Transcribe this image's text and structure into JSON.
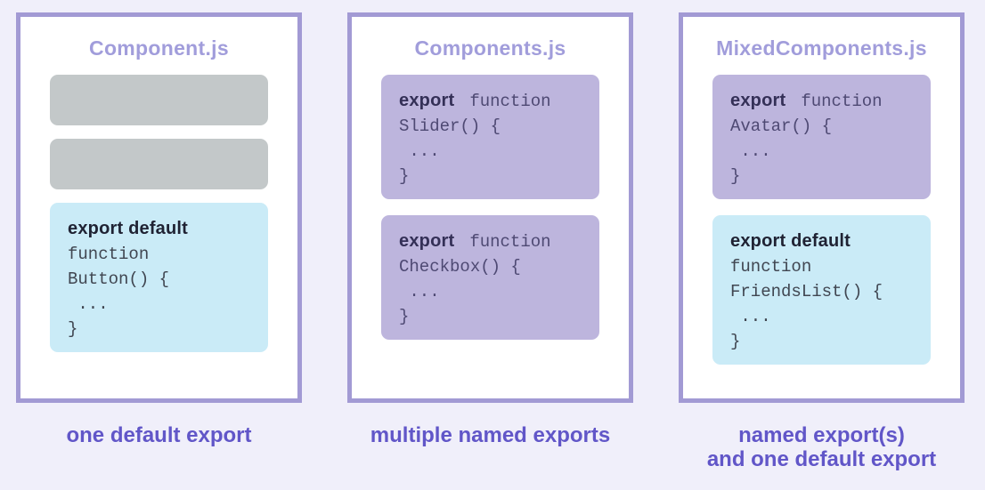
{
  "colors": {
    "background": "#F0EFFA",
    "panel_border": "#A29AD4",
    "panel_bg": "#FFFFFF",
    "filename_text": "#A19DDB",
    "caption_text": "#6156C8",
    "placeholder_block": "#C3C8C9",
    "named_export_block": "#BDB5DD",
    "default_export_block": "#CAEBF7",
    "named_keyword_text": "#343057",
    "named_code_text": "#4E4973",
    "default_keyword_text": "#1F2233",
    "default_code_text": "#404651"
  },
  "panels": [
    {
      "filename": "Component.js",
      "caption_lines": [
        "one default export"
      ],
      "blocks": [
        {
          "type": "placeholder"
        },
        {
          "type": "placeholder"
        },
        {
          "type": "code",
          "variant": "default",
          "keyword": "export default",
          "lines": [
            "function",
            "Button() {",
            " ...",
            "}"
          ]
        }
      ]
    },
    {
      "filename": "Components.js",
      "caption_lines": [
        "multiple named exports"
      ],
      "blocks": [
        {
          "type": "code",
          "variant": "named",
          "keyword": "export",
          "rest": "function",
          "lines": [
            "Slider() {",
            " ...",
            "}"
          ]
        },
        {
          "type": "code",
          "variant": "named",
          "keyword": "export",
          "rest": "function",
          "lines": [
            "Checkbox() {",
            " ...",
            "}"
          ]
        }
      ]
    },
    {
      "filename": "MixedComponents.js",
      "caption_lines": [
        "named export(s)",
        "and one default export"
      ],
      "blocks": [
        {
          "type": "code",
          "variant": "named",
          "keyword": "export",
          "rest": "function",
          "lines": [
            "Avatar() {",
            " ...",
            "}"
          ]
        },
        {
          "type": "code",
          "variant": "default",
          "keyword": "export default",
          "lines": [
            "function",
            "FriendsList() {",
            " ...",
            "}"
          ]
        }
      ]
    }
  ]
}
